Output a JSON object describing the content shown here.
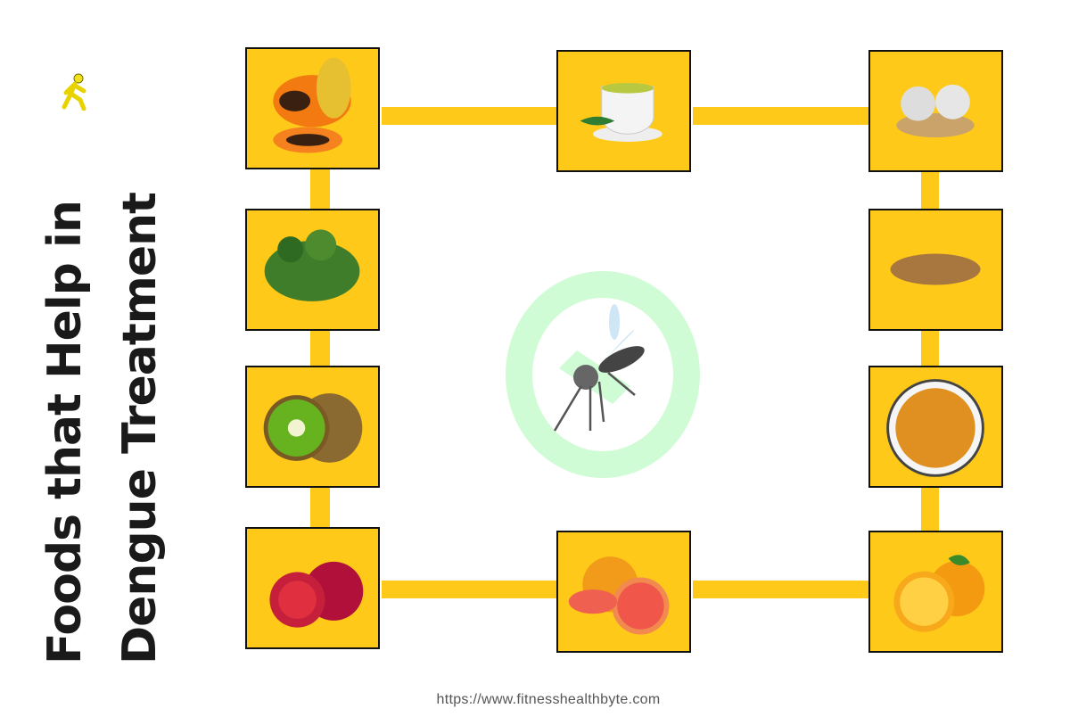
{
  "title": {
    "line1": "Foods that Help in",
    "line2": "Dengue Treatment"
  },
  "footer": {
    "url": "https://www.fitnesshealthbyte.com"
  },
  "colors": {
    "box": "#FFC91A",
    "border": "#111111",
    "ring": "#CFFCD5",
    "title": "#1A1A1A"
  },
  "icons": {
    "walker": "walking-person-icon",
    "center": "mosquito-icon"
  },
  "foods": [
    "papaya",
    "green-tea",
    "garlic-ginger",
    "leafy-greens",
    "fenugreek-seeds",
    "kiwi",
    "raisins",
    "pomegranate",
    "grapefruit",
    "orange"
  ]
}
